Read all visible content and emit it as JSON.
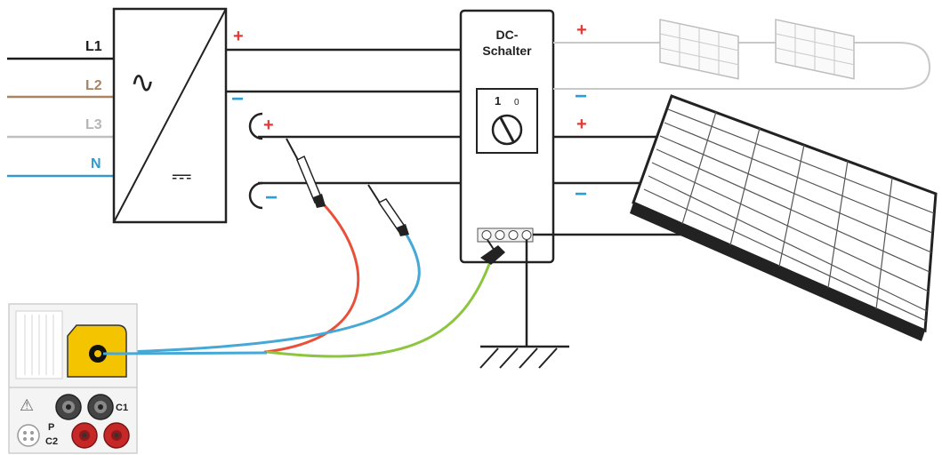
{
  "mains": {
    "phases": [
      {
        "label": "L1",
        "color": "#1a1a1a"
      },
      {
        "label": "L2",
        "color": "#a88462"
      },
      {
        "label": "L3",
        "color": "#b5b5b5"
      },
      {
        "label": "N",
        "color": "#3399cc"
      }
    ]
  },
  "inverter": {
    "ac_symbol": "∿",
    "dc_symbol": "⎓",
    "plus_label": "+",
    "minus_label": "−"
  },
  "probes": {
    "plus_label": "+",
    "minus_label": "−"
  },
  "dc_switch": {
    "title_line1": "DC-",
    "title_line2": "Schalter",
    "position_on": "1",
    "position_off": "0"
  },
  "panels": {
    "string1_plus": "+",
    "string1_minus": "−",
    "string2_plus": "+",
    "string2_minus": "−"
  },
  "meter": {
    "terminal_c1": "C1",
    "terminal_p": "P",
    "terminal_c2": "C2",
    "warning_symbol": "⚠"
  },
  "colors": {
    "wire": "#222222",
    "faded": "#c8c8c8",
    "plus": "#e53935",
    "minus": "#2a9fd6",
    "lead_red": "#e8503a",
    "lead_blue": "#46a8d6",
    "lead_green": "#8cc63f",
    "meter_yellow": "#f5c400",
    "terminal_red": "#c62828"
  }
}
